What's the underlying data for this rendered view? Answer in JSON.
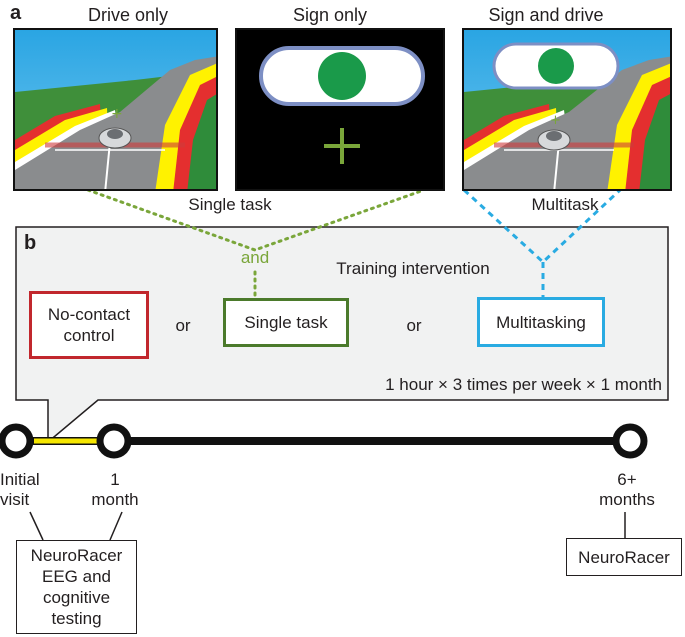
{
  "panel_a": {
    "letter": "a",
    "titles": [
      "Drive only",
      "Sign only",
      "Sign and drive"
    ],
    "single_task_label": "Single task",
    "multitask_label": "Multitask"
  },
  "panel_b": {
    "letter": "b",
    "and_label": "and",
    "training_title": "Training intervention",
    "groups": [
      "No-contact control",
      "Single task",
      "Multitasking"
    ],
    "or_label": "or",
    "schedule": "1 hour × 3 times per week × 1 month"
  },
  "timeline": {
    "points": [
      {
        "label_line1": "Initial",
        "label_line2": "visit"
      },
      {
        "label_line1": "1",
        "label_line2": "month"
      },
      {
        "label_line1": "6+",
        "label_line2": "months"
      }
    ],
    "box_initial": [
      "NeuroRacer",
      "EEG and",
      "cognitive",
      "testing"
    ],
    "box_followup": "NeuroRacer"
  },
  "colors": {
    "control_red": "#c1272d",
    "single_green": "#4b7a2b",
    "multi_blue": "#29abe2",
    "and_green": "#7aa63a",
    "sign_green": "#1a9a4a",
    "sign_border": "#7d8fc4",
    "callout_bg": "#f1f2f2",
    "yellow_segment": "#f5e600"
  }
}
